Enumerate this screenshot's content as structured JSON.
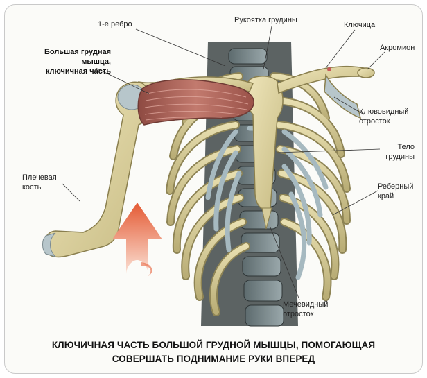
{
  "labels": {
    "rib1": "1-е ребро",
    "manubrium": "Рукоятка грудины",
    "clavicle": "Ключица",
    "acromion": "Акромион",
    "pectoralis_line1": "Большая грудная",
    "pectoralis_line2": "мышца,",
    "pectoralis_line3": "ключичная часть",
    "coracoid_line1": "Клювовидный",
    "coracoid_line2": "отросток",
    "sternum_body_line1": "Тело",
    "sternum_body_line2": "грудины",
    "costal_arch_line1": "Реберный",
    "costal_arch_line2": "край",
    "humerus_line1": "Плечевая",
    "humerus_line2": "кость",
    "xiphoid_line1": "Мечевидный",
    "xiphoid_line2": "отросток"
  },
  "caption": {
    "line1": "КЛЮЧИЧНАЯ ЧАСТЬ БОЛЬШОЙ ГРУДНОЙ МЫШЦЫ, ПОМОГАЮЩАЯ",
    "line2": "СОВЕРШАТЬ ПОДНИМАНИЕ РУКИ ВПЕРЕД"
  },
  "colors": {
    "bone": "#d8cf9e",
    "muscle": "#b06a60",
    "cartilage": "#a8bcc4",
    "arrow": "#e8603a"
  }
}
